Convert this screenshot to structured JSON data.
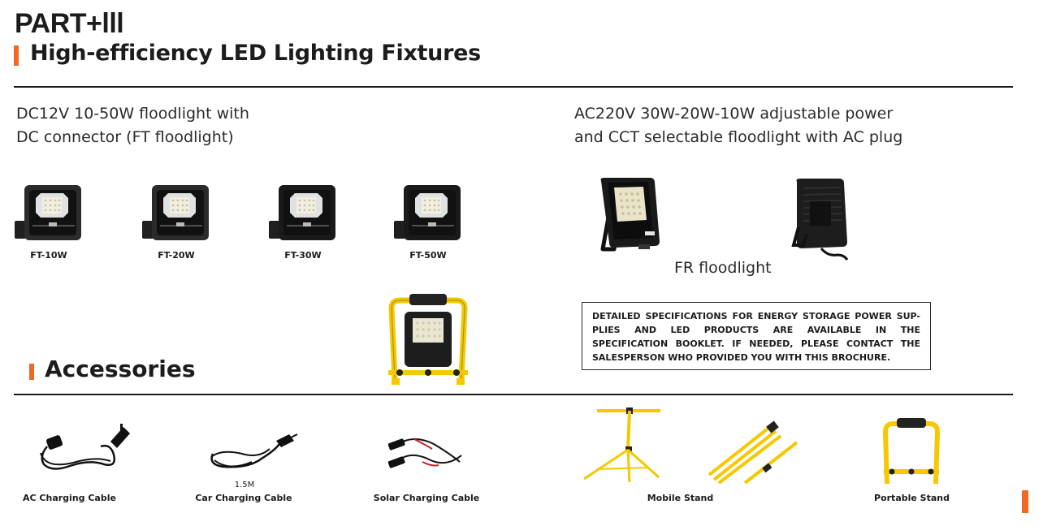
{
  "header": {
    "part": "PART+lll",
    "title": "High-efficiency LED Lighting Fixtures"
  },
  "dc_section": {
    "description_line1": "DC12V 10-50W floodlight with",
    "description_line2": "DC connector (FT floodlight)",
    "products": [
      {
        "label": "FT-10W",
        "icon": "floodlight-icon"
      },
      {
        "label": "FT-20W",
        "icon": "floodlight-icon"
      },
      {
        "label": "FT-30W",
        "icon": "floodlight-icon"
      },
      {
        "label": "FT-50W",
        "icon": "floodlight-icon"
      }
    ]
  },
  "ac_section": {
    "description_line1": "AC220V 30W-20W-10W adjustable power",
    "description_line2": "and CCT selectable floodlight with AC plug",
    "caption": "FR floodlight"
  },
  "notice": {
    "text": "DETAILED SPECIFICATIONS FOR ENERGY STORAGE POWER SUP-PLIES AND LED PRODUCTS ARE AVAILABLE IN THE SPECIFICATION BOOKLET. IF NEEDED, PLEASE CONTACT THE SALESPERSON WHO PROVIDED YOU WITH THIS BROCHURE."
  },
  "accessories": {
    "title": "Accessories",
    "items": [
      {
        "label": "AC Charging Cable",
        "icon": "ac-cable-icon"
      },
      {
        "label": "Car Charging Cable",
        "icon": "car-cable-icon",
        "note": "1.5M"
      },
      {
        "label": "Solar Charging Cable",
        "icon": "solar-cable-icon"
      },
      {
        "label": "Mobile Stand",
        "icon": "tripod-stand-icon"
      },
      {
        "label": "Portable Stand",
        "icon": "portable-stand-icon"
      }
    ]
  },
  "colors": {
    "accent": "#ee6a22",
    "stand_yellow": "#f5c800",
    "text": "#1c1c1c"
  }
}
